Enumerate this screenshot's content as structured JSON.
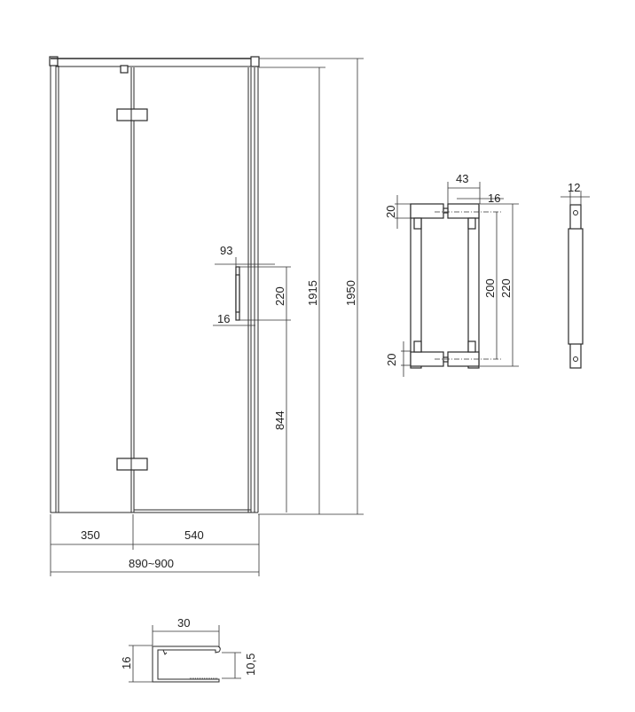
{
  "front_view": {
    "handle_offset": "93",
    "handle_length": "220",
    "handle_depth": "16",
    "handle_height": "844",
    "door_height": "1915",
    "total_height": "1950",
    "fixed_width": "350",
    "door_width": "540",
    "total_width": "890~900"
  },
  "handle_detail": {
    "depth": "43",
    "bar": "16",
    "top_block": "20",
    "bottom_block": "20",
    "spacing": "200",
    "length": "220",
    "side_width": "12"
  },
  "profile_detail": {
    "width": "30",
    "height": "16",
    "inner_height": "10,5"
  }
}
